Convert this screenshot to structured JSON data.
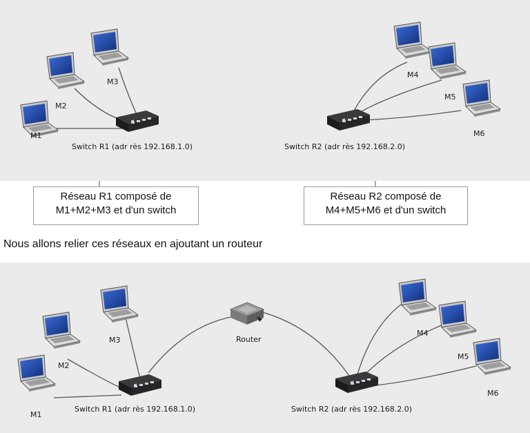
{
  "top_network": {
    "machines": [
      "M1",
      "M2",
      "M3",
      "M4",
      "M5",
      "M6"
    ],
    "switch_r1": "Switch R1 (adr rès 192.168.1.0)",
    "switch_r2": "Switch R2 (adr rès 192.168.2.0)"
  },
  "callouts": {
    "r1_line1": "Réseau R1 composé de",
    "r1_line2": "M1+M2+M3 et d'un switch",
    "r2_line1": "Réseau R2 composé de",
    "r2_line2": "M4+M5+M6 et d'un switch"
  },
  "sentence": "Nous allons relier ces réseaux en ajoutant un routeur",
  "bottom_network": {
    "machines": [
      "M1",
      "M2",
      "M3",
      "M4",
      "M5",
      "M6"
    ],
    "router": "Router",
    "switch_r1": "Switch R1 (adr rès 192.168.1.0)",
    "switch_r2": "Switch R2 (adr rès 192.168.2.0)"
  }
}
